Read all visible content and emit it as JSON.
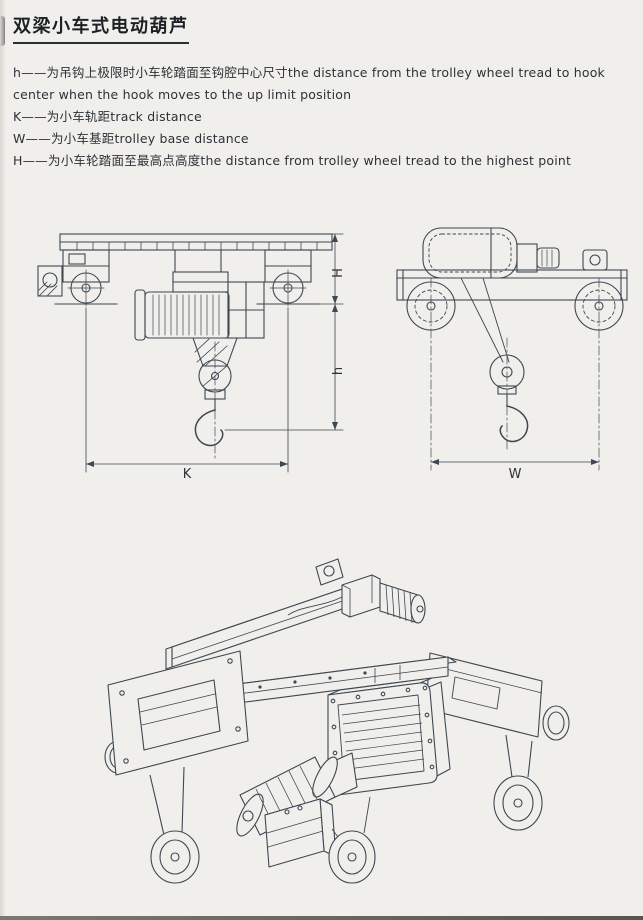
{
  "page": {
    "title": "双梁小车式电动葫芦",
    "description_lines": [
      "h——为吊钩上极限时小车轮踏面至钩腔中心尺寸the distance from the trolley wheel tread to hook",
      "center when the hook moves to the up limit position",
      "K——为小车轨距track distance",
      "W——为小车基距trolley base distance",
      "H——为小车轮踏面至最高点高度the distance from trolley wheel tread to the highest point"
    ]
  },
  "dimensions": {
    "front_view": {
      "H": "H",
      "h": "h",
      "K": "K"
    },
    "side_view": {
      "W": "W"
    }
  },
  "colors": {
    "ink": "#3d4852",
    "paper": "#f0efeb"
  }
}
